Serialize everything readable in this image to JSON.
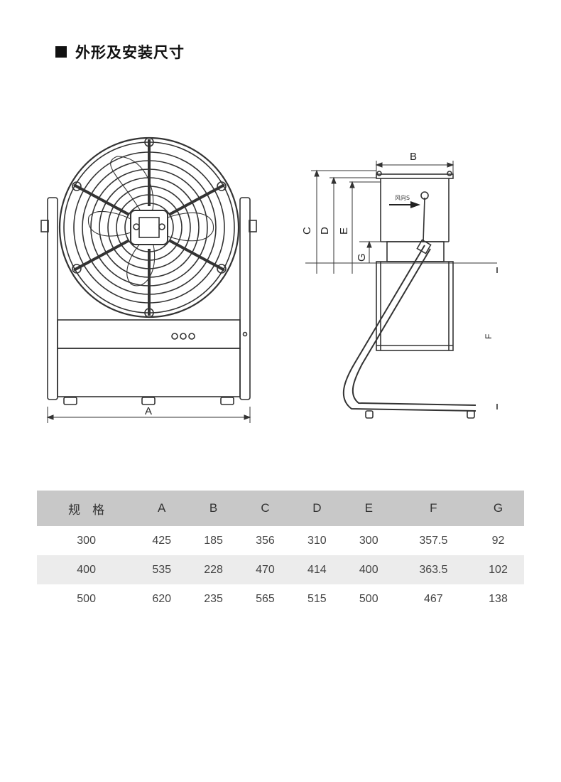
{
  "section": {
    "title": "外形及安装尺寸"
  },
  "diagram": {
    "labels": {
      "A": "A",
      "B": "B",
      "C": "C",
      "D": "D",
      "E": "E",
      "F": "F",
      "G": "G",
      "wind": "风向S"
    }
  },
  "table": {
    "headers": [
      "规　格",
      "A",
      "B",
      "C",
      "D",
      "E",
      "F",
      "G"
    ],
    "rows": [
      [
        "300",
        "425",
        "185",
        "356",
        "310",
        "300",
        "357.5",
        "92"
      ],
      [
        "400",
        "535",
        "228",
        "470",
        "414",
        "400",
        "363.5",
        "102"
      ],
      [
        "500",
        "620",
        "235",
        "565",
        "515",
        "500",
        "467",
        "138"
      ]
    ]
  }
}
